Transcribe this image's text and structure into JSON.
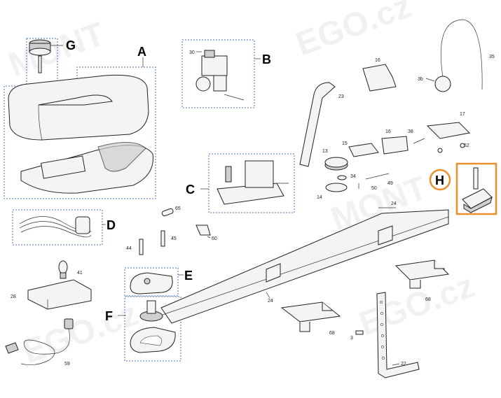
{
  "group_labels": {
    "a": "A",
    "b": "B",
    "c": "C",
    "d": "D",
    "e": "E",
    "f": "F",
    "g": "G",
    "h": "H"
  },
  "part_numbers": {
    "p3": "3",
    "p3b": "3b",
    "p14": "14",
    "p13": "13",
    "p15": "15",
    "p16a": "16",
    "p16b": "16",
    "p17": "17",
    "p22": "22",
    "p23": "23",
    "p24a": "24",
    "p24b": "24",
    "p28": "28",
    "p30": "30",
    "p34": "34",
    "p35": "35",
    "p38": "38",
    "p41": "41",
    "p44": "44",
    "p45": "45",
    "p49": "49",
    "p50": "50",
    "p52": "52",
    "p59": "59",
    "p60": "60",
    "p65": "65",
    "p68a": "68",
    "p68b": "68"
  },
  "watermark": {
    "line1": "MONT",
    "line2": "EGO.cz"
  },
  "colors": {
    "accent_orange": "#e8902b",
    "group_outline": "#4a6fb5"
  }
}
